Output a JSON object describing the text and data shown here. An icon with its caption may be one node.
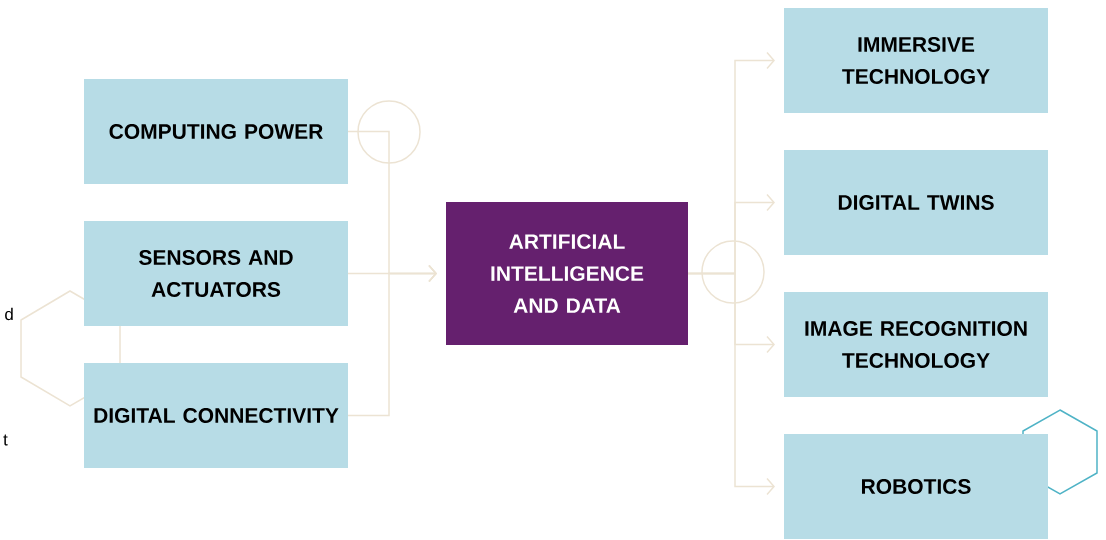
{
  "diagram": {
    "nodes": [
      {
        "text": [
          "COMPUTING POWER"
        ]
      },
      {
        "text": [
          "SENSORS AND ACTUATORS"
        ]
      },
      {
        "text": [
          "DIGITAL CONNECTIVITY"
        ]
      },
      {
        "text": [
          "ARTIFICIAL INTELLIGENCE AND DATA"
        ]
      },
      {
        "text": [
          "IMMERSIVE TECHNOLOGY"
        ]
      },
      {
        "text": [
          "DIGITAL TWINS"
        ]
      },
      {
        "text": [
          "IMAGE RECOGNITION TECHNOLOGY"
        ]
      },
      {
        "text": [
          "ROBOTICS"
        ]
      }
    ],
    "edges": [
      {
        "from": 0,
        "to": 3,
        "arrow": "to"
      },
      {
        "from": 1,
        "to": 3,
        "arrow": "to"
      },
      {
        "from": 2,
        "to": 3,
        "arrow": "to"
      },
      {
        "from": 3,
        "to": 4,
        "arrow": "to"
      },
      {
        "from": 3,
        "to": 5,
        "arrow": "to"
      },
      {
        "from": 3,
        "to": 6,
        "arrow": "to"
      },
      {
        "from": 3,
        "to": 7,
        "arrow": "to"
      }
    ],
    "labels": [
      "d",
      "t"
    ]
  }
}
